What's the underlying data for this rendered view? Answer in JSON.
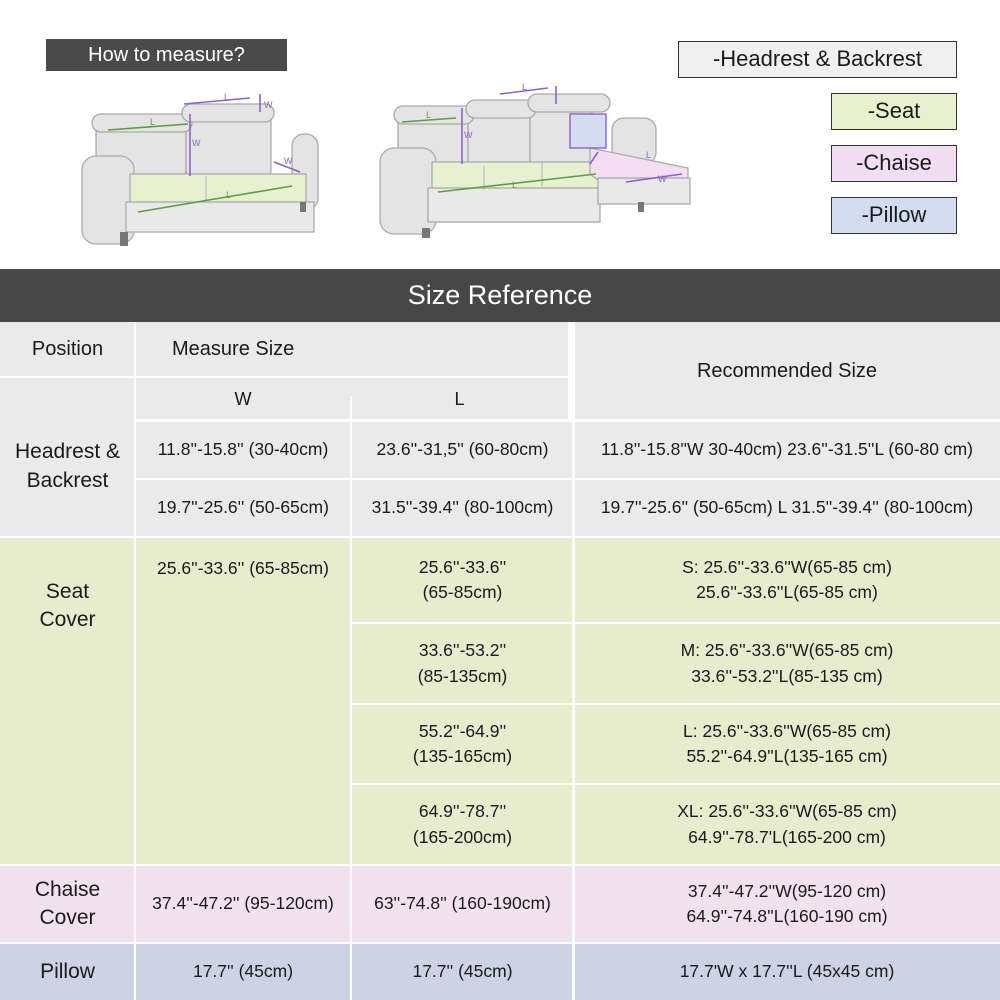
{
  "how_to_measure": "How to measure?",
  "legend": {
    "headrest": "-Headrest & Backrest",
    "seat": "-Seat",
    "chaise": "-Chaise",
    "pillow": "-Pillow"
  },
  "dim_labels": {
    "l": "L",
    "w": "W"
  },
  "colors": {
    "banner": "#474747",
    "header_bg": "#eaeaea",
    "seat_bg": "#e7eccf",
    "chaise_bg": "#f2e2ef",
    "pillow_bg": "#cdd3e5",
    "seat_swatch": "#e7f2cd",
    "chaise_swatch": "#f1def2",
    "pillow_swatch": "#d3dcf0",
    "arrow_seat": "#5f9b48",
    "arrow_back": "#8c62c8"
  },
  "table": {
    "title": "Size Reference",
    "col_position": "Position",
    "col_measure": "Measure Size",
    "col_w": "W",
    "col_l": "L",
    "col_recommended": "Recommended Size",
    "headrest": {
      "label": "Headrest & Backrest",
      "rows": [
        {
          "w": "11.8''-15.8'' (30-40cm)",
          "l": "23.6''-31,5'' (60-80cm)",
          "rec": "11.8''-15.8''W 30-40cm) 23.6''-31.5''L (60-80 cm)"
        },
        {
          "w": "19.7''-25.6'' (50-65cm)",
          "l": "31.5''-39.4'' (80-100cm)",
          "rec": "19.7''-25.6'' (50-65cm) L 31.5''-39.4'' (80-100cm)"
        }
      ]
    },
    "seat": {
      "label": "Seat Cover",
      "w": "25.6''-33.6'' (65-85cm)",
      "rows": [
        {
          "l": "25.6''-33.6'' (65-85cm)",
          "rec": "S: 25.6''-33.6''W(65-85 cm) 25.6''-33.6''L(65-85 cm)"
        },
        {
          "l": "33.6''-53.2'' (85-135cm)",
          "rec": "M: 25.6''-33.6''W(65-85 cm) 33.6''-53.2''L(85-135 cm)"
        },
        {
          "l": "55.2''-64.9'' (135-165cm)",
          "rec": "L: 25.6''-33.6''W(65-85 cm) 55.2''-64.9''L(135-165 cm)"
        },
        {
          "l": "64.9''-78.7'' (165-200cm)",
          "rec": "XL: 25.6''-33.6''W(65-85 cm) 64.9''-78.7'L(165-200 cm)"
        }
      ]
    },
    "chaise": {
      "label": "Chaise Cover",
      "w": "37.4''-47.2'' (95-120cm)",
      "l": "63''-74.8'' (160-190cm)",
      "rec": "37.4''-47.2''W(95-120 cm) 64.9''-74.8''L(160-190 cm)"
    },
    "pillow": {
      "label": "Pillow",
      "w": "17.7'' (45cm)",
      "l": "17.7'' (45cm)",
      "rec": "17.7'W x 17.7''L (45x45 cm)"
    }
  }
}
